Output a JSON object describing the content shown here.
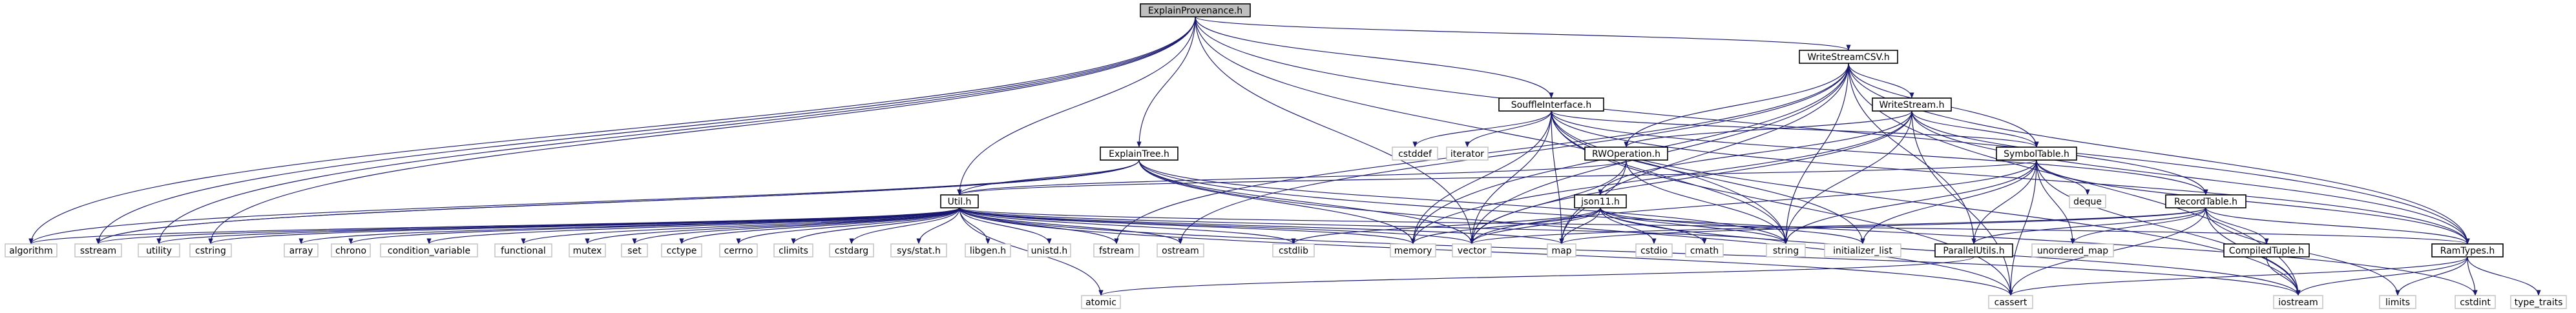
{
  "graph": {
    "nodes": [
      {
        "id": "ExplainProvenance",
        "label": "ExplainProvenance.h",
        "kind": "root"
      },
      {
        "id": "WriteStreamCSV",
        "label": "WriteStreamCSV.h",
        "kind": "local"
      },
      {
        "id": "SouffleInterface",
        "label": "SouffleInterface.h",
        "kind": "local"
      },
      {
        "id": "WriteStream",
        "label": "WriteStream.h",
        "kind": "local"
      },
      {
        "id": "ExplainTree",
        "label": "ExplainTree.h",
        "kind": "local"
      },
      {
        "id": "RWOperation",
        "label": "RWOperation.h",
        "kind": "local"
      },
      {
        "id": "SymbolTable",
        "label": "SymbolTable.h",
        "kind": "local"
      },
      {
        "id": "json11",
        "label": "json11.h",
        "kind": "local"
      },
      {
        "id": "RecordTable",
        "label": "RecordTable.h",
        "kind": "local"
      },
      {
        "id": "Util",
        "label": "Util.h",
        "kind": "local"
      },
      {
        "id": "ParallelUtils",
        "label": "ParallelUtils.h",
        "kind": "local"
      },
      {
        "id": "CompiledTuple",
        "label": "CompiledTuple.h",
        "kind": "local"
      },
      {
        "id": "RamTypes",
        "label": "RamTypes.h",
        "kind": "local"
      },
      {
        "id": "cstddef",
        "label": "cstddef",
        "kind": "sys"
      },
      {
        "id": "iterator",
        "label": "iterator",
        "kind": "sys"
      },
      {
        "id": "deque",
        "label": "deque",
        "kind": "sys"
      },
      {
        "id": "algorithm",
        "label": "algorithm",
        "kind": "sys"
      },
      {
        "id": "sstream",
        "label": "sstream",
        "kind": "sys"
      },
      {
        "id": "utility",
        "label": "utility",
        "kind": "sys"
      },
      {
        "id": "cstring",
        "label": "cstring",
        "kind": "sys"
      },
      {
        "id": "array",
        "label": "array",
        "kind": "sys"
      },
      {
        "id": "chrono",
        "label": "chrono",
        "kind": "sys"
      },
      {
        "id": "condition_variable",
        "label": "condition_variable",
        "kind": "sys"
      },
      {
        "id": "functional",
        "label": "functional",
        "kind": "sys"
      },
      {
        "id": "mutex",
        "label": "mutex",
        "kind": "sys"
      },
      {
        "id": "set",
        "label": "set",
        "kind": "sys"
      },
      {
        "id": "cctype",
        "label": "cctype",
        "kind": "sys"
      },
      {
        "id": "cerrno",
        "label": "cerrno",
        "kind": "sys"
      },
      {
        "id": "climits",
        "label": "climits",
        "kind": "sys"
      },
      {
        "id": "cstdarg",
        "label": "cstdarg",
        "kind": "sys"
      },
      {
        "id": "sysstat",
        "label": "sys/stat.h",
        "kind": "sys"
      },
      {
        "id": "libgen",
        "label": "libgen.h",
        "kind": "sys"
      },
      {
        "id": "unistd",
        "label": "unistd.h",
        "kind": "sys"
      },
      {
        "id": "fstream",
        "label": "fstream",
        "kind": "sys"
      },
      {
        "id": "ostream",
        "label": "ostream",
        "kind": "sys"
      },
      {
        "id": "cstdlib",
        "label": "cstdlib",
        "kind": "sys"
      },
      {
        "id": "memory",
        "label": "memory",
        "kind": "sys"
      },
      {
        "id": "vector",
        "label": "vector",
        "kind": "sys"
      },
      {
        "id": "map",
        "label": "map",
        "kind": "sys"
      },
      {
        "id": "cstdio",
        "label": "cstdio",
        "kind": "sys"
      },
      {
        "id": "cmath",
        "label": "cmath",
        "kind": "sys"
      },
      {
        "id": "string",
        "label": "string",
        "kind": "sys"
      },
      {
        "id": "initializer_list",
        "label": "initializer_list",
        "kind": "sys"
      },
      {
        "id": "unordered_map",
        "label": "unordered_map",
        "kind": "sys"
      },
      {
        "id": "atomic",
        "label": "atomic",
        "kind": "sys"
      },
      {
        "id": "cassert",
        "label": "cassert",
        "kind": "sys"
      },
      {
        "id": "iostream",
        "label": "iostream",
        "kind": "sys"
      },
      {
        "id": "limits",
        "label": "limits",
        "kind": "sys"
      },
      {
        "id": "cstdint",
        "label": "cstdint",
        "kind": "sys"
      },
      {
        "id": "type_traits",
        "label": "type_traits",
        "kind": "sys"
      }
    ],
    "edges": [
      [
        "ExplainProvenance",
        "WriteStreamCSV"
      ],
      [
        "ExplainProvenance",
        "SouffleInterface"
      ],
      [
        "ExplainProvenance",
        "ExplainTree"
      ],
      [
        "ExplainProvenance",
        "Util"
      ],
      [
        "ExplainProvenance",
        "RamTypes"
      ],
      [
        "ExplainProvenance",
        "algorithm"
      ],
      [
        "ExplainProvenance",
        "utility"
      ],
      [
        "ExplainProvenance",
        "sstream"
      ],
      [
        "ExplainProvenance",
        "cstring"
      ],
      [
        "ExplainProvenance",
        "vector"
      ],
      [
        "ExplainProvenance",
        "string"
      ],
      [
        "WriteStreamCSV",
        "WriteStream"
      ],
      [
        "WriteStreamCSV",
        "SymbolTable"
      ],
      [
        "WriteStreamCSV",
        "RamTypes"
      ],
      [
        "WriteStreamCSV",
        "RWOperation"
      ],
      [
        "WriteStreamCSV",
        "ParallelUtils"
      ],
      [
        "WriteStreamCSV",
        "fstream"
      ],
      [
        "WriteStreamCSV",
        "ostream"
      ],
      [
        "WriteStreamCSV",
        "memory"
      ],
      [
        "WriteStreamCSV",
        "map"
      ],
      [
        "WriteStreamCSV",
        "string"
      ],
      [
        "WriteStreamCSV",
        "iostream"
      ],
      [
        "WriteStreamCSV",
        "vector"
      ],
      [
        "SouffleInterface",
        "RamTypes"
      ],
      [
        "SouffleInterface",
        "SymbolTable"
      ],
      [
        "SouffleInterface",
        "RecordTable"
      ],
      [
        "SouffleInterface",
        "cassert"
      ],
      [
        "SouffleInterface",
        "cstddef"
      ],
      [
        "SouffleInterface",
        "iterator"
      ],
      [
        "SouffleInterface",
        "map"
      ],
      [
        "SouffleInterface",
        "memory"
      ],
      [
        "SouffleInterface",
        "string"
      ],
      [
        "SouffleInterface",
        "vector"
      ],
      [
        "SouffleInterface",
        "initializer_list"
      ],
      [
        "SouffleInterface",
        "iostream"
      ],
      [
        "WriteStream",
        "RWOperation"
      ],
      [
        "WriteStream",
        "SymbolTable"
      ],
      [
        "WriteStream",
        "RecordTable"
      ],
      [
        "WriteStream",
        "RamTypes"
      ],
      [
        "WriteStream",
        "json11"
      ],
      [
        "WriteStream",
        "cassert"
      ],
      [
        "WriteStream",
        "memory"
      ],
      [
        "WriteStream",
        "string"
      ],
      [
        "WriteStream",
        "vector"
      ],
      [
        "ExplainTree",
        "Util"
      ],
      [
        "ExplainTree",
        "sstream"
      ],
      [
        "ExplainTree",
        "algorithm"
      ],
      [
        "ExplainTree",
        "cassert"
      ],
      [
        "ExplainTree",
        "cstdint"
      ],
      [
        "ExplainTree",
        "memory"
      ],
      [
        "ExplainTree",
        "sstream"
      ],
      [
        "ExplainTree",
        "string"
      ],
      [
        "ExplainTree",
        "vector"
      ],
      [
        "RWOperation",
        "Util"
      ],
      [
        "RWOperation",
        "map"
      ],
      [
        "RWOperation",
        "string"
      ],
      [
        "RWOperation",
        "vector"
      ],
      [
        "SymbolTable",
        "ParallelUtils"
      ],
      [
        "SymbolTable",
        "RamTypes"
      ],
      [
        "SymbolTable",
        "Util"
      ],
      [
        "SymbolTable",
        "deque"
      ],
      [
        "SymbolTable",
        "initializer_list"
      ],
      [
        "SymbolTable",
        "iostream"
      ],
      [
        "SymbolTable",
        "string"
      ],
      [
        "SymbolTable",
        "unordered_map"
      ],
      [
        "SymbolTable",
        "vector"
      ],
      [
        "SymbolTable",
        "cassert"
      ],
      [
        "json11",
        "initializer_list"
      ],
      [
        "json11",
        "map"
      ],
      [
        "json11",
        "memory"
      ],
      [
        "json11",
        "string"
      ],
      [
        "json11",
        "vector"
      ],
      [
        "json11",
        "cmath"
      ],
      [
        "json11",
        "cstdio"
      ],
      [
        "json11",
        "cstdlib"
      ],
      [
        "json11",
        "iostream"
      ],
      [
        "RecordTable",
        "CompiledTuple"
      ],
      [
        "RecordTable",
        "ParallelUtils"
      ],
      [
        "RecordTable",
        "RamTypes"
      ],
      [
        "RecordTable",
        "cassert"
      ],
      [
        "RecordTable",
        "limits"
      ],
      [
        "RecordTable",
        "map"
      ],
      [
        "RecordTable",
        "unordered_map"
      ],
      [
        "RecordTable",
        "vector"
      ],
      [
        "RecordTable",
        "iostream"
      ],
      [
        "Util",
        "algorithm"
      ],
      [
        "Util",
        "sstream"
      ],
      [
        "Util",
        "utility"
      ],
      [
        "Util",
        "cstring"
      ],
      [
        "Util",
        "array"
      ],
      [
        "Util",
        "chrono"
      ],
      [
        "Util",
        "condition_variable"
      ],
      [
        "Util",
        "functional"
      ],
      [
        "Util",
        "mutex"
      ],
      [
        "Util",
        "set"
      ],
      [
        "Util",
        "cctype"
      ],
      [
        "Util",
        "cerrno"
      ],
      [
        "Util",
        "climits"
      ],
      [
        "Util",
        "cstdarg"
      ],
      [
        "Util",
        "sysstat"
      ],
      [
        "Util",
        "libgen"
      ],
      [
        "Util",
        "unistd"
      ],
      [
        "Util",
        "fstream"
      ],
      [
        "Util",
        "ostream"
      ],
      [
        "Util",
        "cstdlib"
      ],
      [
        "Util",
        "memory"
      ],
      [
        "Util",
        "vector"
      ],
      [
        "Util",
        "map"
      ],
      [
        "Util",
        "string"
      ],
      [
        "Util",
        "iostream"
      ],
      [
        "Util",
        "atomic"
      ],
      [
        "Util",
        "cassert"
      ],
      [
        "Util",
        "RamTypes"
      ],
      [
        "ParallelUtils",
        "atomic"
      ],
      [
        "CompiledTuple",
        "iostream"
      ],
      [
        "RamTypes",
        "cassert"
      ],
      [
        "RamTypes",
        "iostream"
      ],
      [
        "RamTypes",
        "limits"
      ],
      [
        "RamTypes",
        "cstdint"
      ],
      [
        "RamTypes",
        "type_traits"
      ]
    ]
  }
}
